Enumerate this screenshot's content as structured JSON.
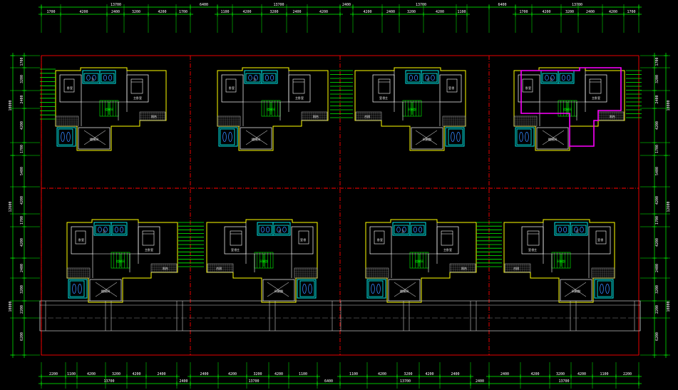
{
  "colors": {
    "background": "#000000",
    "dimension": "#00ff00",
    "dim_text": "#ffffff",
    "grid_axis": "#ff0000",
    "wall": "#ffff00",
    "window": "#00ffff",
    "fixture": "#3388ff",
    "stair": "#00ff00",
    "room_line": "#ffffff",
    "selected": "#ff00ff",
    "partition": "#c8c8c8"
  },
  "dimensions": {
    "top_overall": [
      "13700",
      "6400",
      "13700",
      "2400",
      "13700",
      "6400",
      "13700"
    ],
    "top_detail": [
      [
        "1700",
        "4200",
        "2400",
        "3200",
        "4200",
        "1700"
      ],
      [
        "1100",
        "4200",
        "3200",
        "2400",
        "4200"
      ],
      [
        "4200",
        "2400",
        "3200",
        "4200",
        "1100"
      ],
      [
        "1700",
        "4200",
        "3200",
        "2400",
        "4200",
        "1700"
      ]
    ],
    "bottom_detail": [
      [
        "2200",
        "1100",
        "4200",
        "3200",
        "4200",
        "2400"
      ],
      [
        "2400",
        "4200",
        "3200",
        "4200",
        "1100"
      ],
      [
        "1100",
        "4200",
        "3200",
        "4200",
        "2400"
      ],
      [
        "2400",
        "4200",
        "3200",
        "4200",
        "1100",
        "2200"
      ]
    ],
    "bottom_overall": [
      "13700",
      "2400",
      "13700",
      "6400",
      "13700",
      "2400",
      "13700"
    ],
    "left_side": [
      "1700",
      "3200",
      "2400",
      "4200",
      "1700",
      "5400",
      "4200",
      "1700",
      "4200",
      "2400",
      "3200",
      "2200",
      "6200"
    ],
    "left_total": [
      "10800",
      "12600",
      "10800"
    ],
    "right_side": [
      "1700",
      "3200",
      "2400",
      "4200",
      "1700",
      "5400",
      "4200",
      "1700",
      "4200",
      "2400",
      "3200",
      "2200",
      "6200"
    ],
    "right_total": [
      "10800",
      "12600",
      "10800"
    ]
  },
  "room_labels": {
    "bedroom": "卧室",
    "master": "主卧室",
    "living": "客厅",
    "dining": "餐厅",
    "kitchen": "厨房",
    "bath": "卫",
    "stair": "楼梯间",
    "balcony": "阳台"
  }
}
